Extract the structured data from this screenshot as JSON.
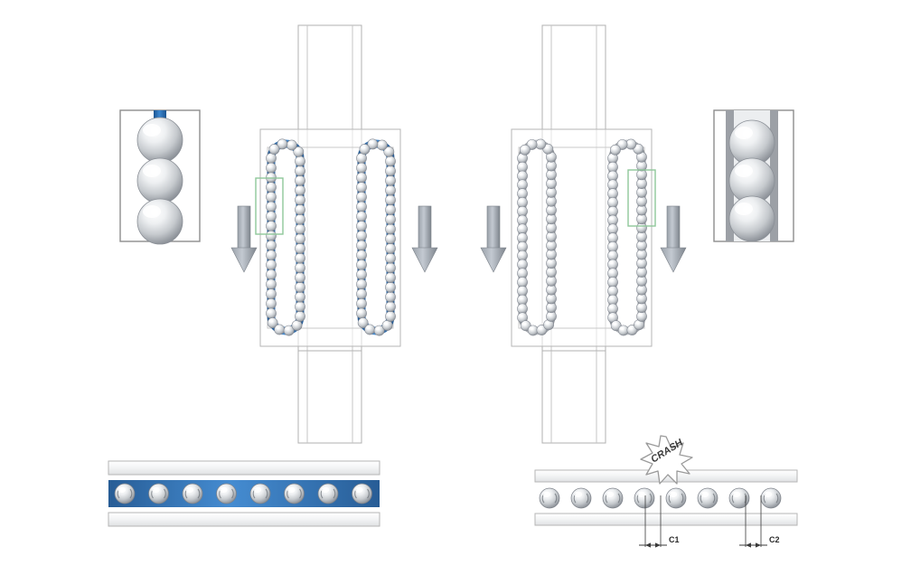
{
  "figure": {
    "title": "Linear guideway ball recirculation comparison",
    "background": "#ffffff"
  },
  "colors": {
    "cage_blue": "#2E72B8",
    "cage_blue_dark": "#1C5490",
    "ball_light": "#ffffff",
    "ball_mid": "#d8dade",
    "ball_dark": "#8f949b",
    "outline_gray": "#9a9a9a",
    "rail_gray": "#b9bcc0",
    "arrow_gray": "#8e949c",
    "highlight_green": "#8fc79a",
    "text_dark": "#2b2b2b"
  },
  "panels": {
    "left": {
      "name": "caged-ball-guideway",
      "detail_box": {
        "name": "detail-caged-balls",
        "ball_count": 3,
        "has_cage": true,
        "cage_color": "#2E72B8"
      },
      "assembly": {
        "name": "left-carriage-assembly",
        "rail_label": "",
        "circuits": 2,
        "balls_per_column": 18,
        "has_cage": true,
        "highlight_side": "left"
      },
      "arrows": [
        {
          "name": "load-arrow-left-outer",
          "direction": "down"
        },
        {
          "name": "load-arrow-left-inner",
          "direction": "down"
        }
      ],
      "strip": {
        "name": "caged-ball-strip",
        "ball_count": 8,
        "has_cage": true,
        "has_crash": false
      }
    },
    "right": {
      "name": "uncaged-ball-guideway",
      "detail_box": {
        "name": "detail-uncaged-balls",
        "ball_count": 3,
        "has_cage": false,
        "cage_color": "#b9bcc0"
      },
      "assembly": {
        "name": "right-carriage-assembly",
        "rail_label": "",
        "circuits": 2,
        "balls_per_column": 20,
        "has_cage": false,
        "highlight_side": "right"
      },
      "arrows": [
        {
          "name": "load-arrow-right-outer",
          "direction": "down"
        },
        {
          "name": "load-arrow-right-inner",
          "direction": "down"
        }
      ],
      "strip": {
        "name": "uncaged-ball-strip",
        "ball_count": 8,
        "has_cage": false,
        "has_crash": true
      }
    }
  },
  "annotations": {
    "crash_label": "CRASH",
    "gap_labels": [
      "C1",
      "C2"
    ],
    "gap_c1": "C1",
    "gap_c2": "C2"
  }
}
